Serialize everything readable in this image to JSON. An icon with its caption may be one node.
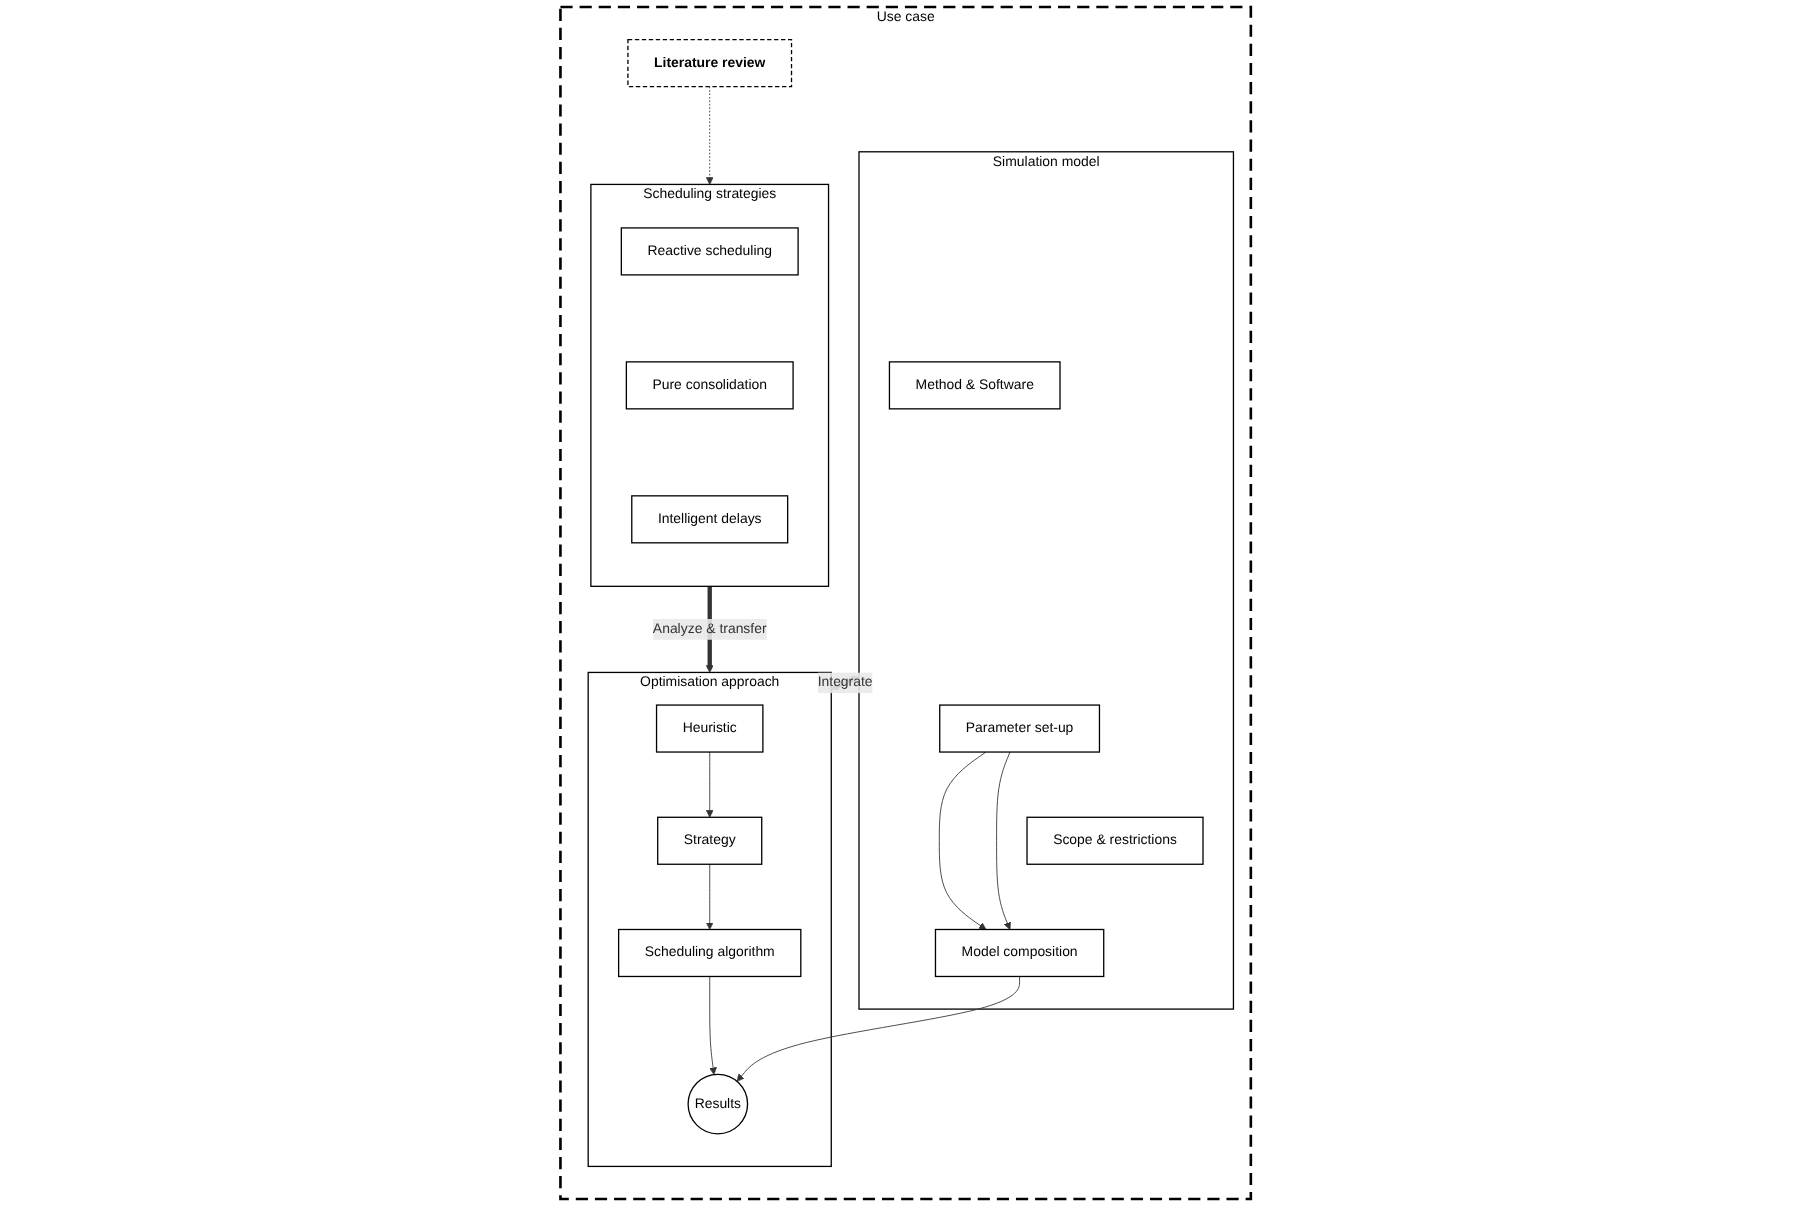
{
  "diagram": {
    "nodes": [
      {
        "text": [
          "Use case"
        ]
      },
      {
        "text": [
          "Literature review"
        ],
        "in": 0
      },
      {
        "text": [
          "Scheduling strategies"
        ],
        "in": 0
      },
      {
        "text": [
          "Reactive scheduling"
        ],
        "in": 2
      },
      {
        "text": [
          "Pure consolidation"
        ],
        "in": 2
      },
      {
        "text": [
          "Intelligent delays"
        ],
        "in": 2
      },
      {
        "text": [
          "Simulation model"
        ],
        "in": 0
      },
      {
        "text": [
          "Method & Software"
        ],
        "in": 6
      },
      {
        "text": [
          "Parameter set-up"
        ],
        "in": 6
      },
      {
        "text": [
          "Scope & restrictions"
        ],
        "in": 6
      },
      {
        "text": [
          "Model composition"
        ],
        "in": 6
      },
      {
        "text": [
          "Optimisation approach"
        ],
        "in": 0
      },
      {
        "text": [
          "Heuristic"
        ],
        "in": 11
      },
      {
        "text": [
          "Strategy"
        ],
        "in": 11
      },
      {
        "text": [
          "Scheduling algorithm"
        ],
        "in": 11
      },
      {
        "text": [
          "Results"
        ],
        "in": 11
      }
    ],
    "edges": [
      {
        "from": 1,
        "to": 2,
        "arrow": "to",
        "style": "dashed"
      },
      {
        "from": 2,
        "to": 11,
        "arrow": "to",
        "label": "Analyze & transfer",
        "style": "thick"
      },
      {
        "from": 6,
        "to": 11,
        "arrow": "both",
        "label": "Integrate",
        "style": "thick"
      },
      {
        "from": 12,
        "to": 13,
        "arrow": "to"
      },
      {
        "from": 13,
        "to": 14,
        "arrow": "to"
      },
      {
        "from": 14,
        "to": 15,
        "arrow": "to"
      },
      {
        "from": 8,
        "to": 10,
        "arrow": "to"
      },
      {
        "from": 8,
        "to": 10,
        "arrow": "to"
      },
      {
        "from": 10,
        "to": 15,
        "arrow": "to"
      }
    ]
  }
}
